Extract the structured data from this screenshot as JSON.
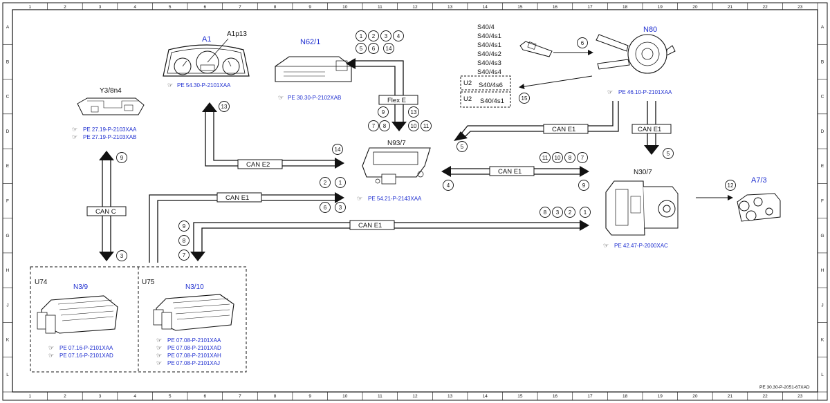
{
  "grid": {
    "columns": [
      "1",
      "2",
      "3",
      "4",
      "5",
      "6",
      "7",
      "8",
      "9",
      "10",
      "11",
      "12",
      "13",
      "14",
      "15",
      "16",
      "17",
      "18",
      "19",
      "20",
      "21",
      "22",
      "23"
    ],
    "rows": [
      "A",
      "B",
      "C",
      "D",
      "E",
      "F",
      "G",
      "H",
      "J",
      "K",
      "L"
    ]
  },
  "footer_code": "PE 30.30-P-2051-67XAD",
  "components": {
    "a1": {
      "code": "A1",
      "sub": "A1p13",
      "ref": "PE 54.30-P-2101XAA"
    },
    "n62": {
      "code": "N62/1",
      "ref": "PE 30.30-P-2102XAB"
    },
    "y3": {
      "code": "Y3/8n4",
      "refs": [
        "PE 27.19-P-2103XAA",
        "PE 27.19-P-2103XAB"
      ]
    },
    "n93": {
      "code": "N93/7",
      "ref": "PE 54.21-P-2143XAA"
    },
    "n80": {
      "code": "N80",
      "ref": "PE 46.10-P-2101XAA"
    },
    "n30": {
      "code": "N30/7",
      "ref": "PE 42.47-P-2000XAC"
    },
    "a73": {
      "code": "A7/3"
    },
    "u74": {
      "label": "U74",
      "code": "N3/9",
      "refs": [
        "PE 07.16-P-2101XAA",
        "PE 07.16-P-2101XAD"
      ]
    },
    "u75": {
      "label": "U75",
      "code": "N3/10",
      "refs": [
        "PE 07.08-P-2101XAA",
        "PE 07.08-P-2101XAD",
        "PE 07.08-P-2101XAH",
        "PE 07.08-P-2101XAJ"
      ]
    }
  },
  "switches": [
    "S40/4",
    "S40/4s1",
    "S40/4s1",
    "S40/4s2",
    "S40/4s3",
    "S40/4s4",
    "S40/4s6",
    "S40/4s1"
  ],
  "u2_labels": [
    "U2",
    "U2"
  ],
  "buses": {
    "flex_e": "Flex E",
    "can_e2": "CAN E2",
    "can_c": "CAN C",
    "can_e1": "CAN E1"
  },
  "circles": {
    "n62_top": [
      "1",
      "2",
      "3",
      "4",
      "5",
      "6",
      "14"
    ],
    "flex_bottom": [
      "9",
      "13",
      "7",
      "8",
      "10",
      "11"
    ],
    "can_e2_top": "13",
    "n93_left_top": "14",
    "n93_mid_left": [
      "2",
      "1",
      "6",
      "3"
    ],
    "n93_right_top": [
      "11",
      "10",
      "8",
      "7"
    ],
    "n93_right_bottom": "9",
    "n93_left4": "4",
    "n80_s40": "6",
    "n80_s40_bottom": "15",
    "n80_can_left": "5",
    "n30_top": "5",
    "can_e1_lower": [
      "8",
      "3",
      "2",
      "1"
    ],
    "lower_left": [
      "9",
      "8",
      "7"
    ],
    "can_c_top": "9",
    "can_c_bottom": "3",
    "a73_left": "12"
  }
}
